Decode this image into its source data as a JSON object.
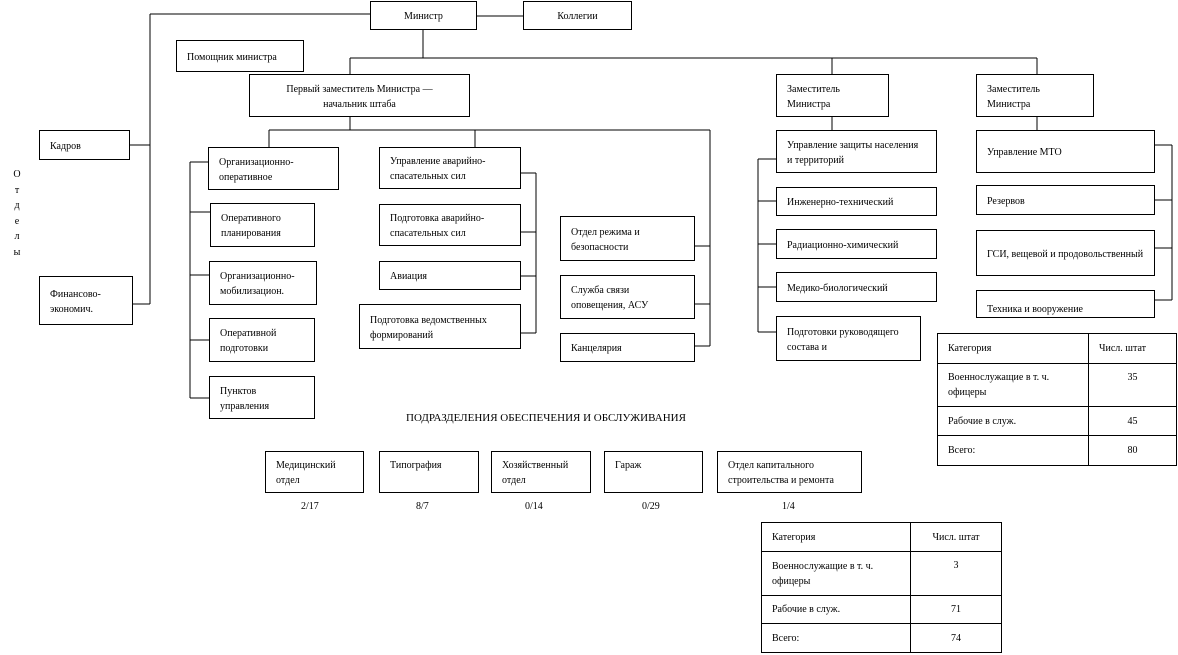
{
  "boxes": {
    "minister": "Министр",
    "collegium": "Коллегии",
    "assistant": "Помощник министра",
    "first_deputy": "Первый заместитель Министра — начальник штаба",
    "deputy_1": "Заместитель Министра",
    "deputy_2": "Заместитель Министра",
    "kadrov": "Кадров",
    "finance": "Финансово-экономич.",
    "org_oper": "Организационно-оперативное",
    "oper_plan": "Оперативного планирования",
    "org_mob": "Организационно-мобилизацион.",
    "oper_train": "Оперативной подготовки",
    "control_points": "Пунктов управления",
    "rescue_mgmt": "Управление аварийно-спасательных сил",
    "rescue_train": "Подготовка аварийно-спасательных сил",
    "aviation": "Авиация",
    "dept_train": "Подготовка ведомственных формирований",
    "regime": "Отдел режима и безопасности",
    "comm": "Служба связи оповещения, АСУ",
    "office": "Канцелярия",
    "protection": "Управление защиты населения и территорий",
    "engineering": "Инженерно-технический",
    "radchem": "Радиационно-химический",
    "medbio": "Медико-биологический",
    "leaders_train": "Подготовки руководящего состава и",
    "mto": "Управление МТО",
    "reserves": "Резервов",
    "fuel": "ГСИ, вещевой и продовольственный",
    "tech": "Техника и вооружение",
    "medical": "Медицинский отдел",
    "printing": "Типография",
    "household": "Хозяйственный отдел",
    "garage": "Гараж",
    "construction": "Отдел капитального строительства и ремонта"
  },
  "vertical_label": [
    "О",
    "т",
    "д",
    "е",
    "л",
    "ы"
  ],
  "support_title": "ПОДРАЗДЕЛЕНИЯ ОБЕСПЕЧЕНИЯ И ОБСЛУЖИВАНИЯ",
  "support_counts": {
    "medical": "2/17",
    "printing": "8/7",
    "household": "0/14",
    "garage": "0/29",
    "construction": "1/4"
  },
  "table_main": {
    "headers": [
      "Категория",
      "Числ. штат"
    ],
    "rows": [
      [
        "Военнослужащие в т. ч. офицеры",
        "35"
      ],
      [
        "Рабочие в служ.",
        "45"
      ],
      [
        "Всего:",
        "80"
      ]
    ]
  },
  "table_support": {
    "headers": [
      "Категория",
      "Числ. штат"
    ],
    "rows": [
      [
        "Военнослужащие в т. ч. офицеры",
        "3"
      ],
      [
        "Рабочие в служ.",
        "71"
      ],
      [
        "Всего:",
        "74"
      ]
    ]
  }
}
